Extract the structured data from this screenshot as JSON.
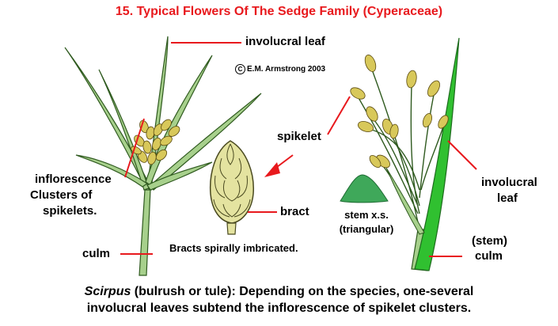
{
  "title": "15. Typical Flowers Of The Sedge Family (Cyperaceae)",
  "copyright": "E.M. Armstrong 2003",
  "copyright_symbol": "C",
  "labels": {
    "involucral_leaf_top": "involucral leaf",
    "inflorescence_line1": "inflorescence",
    "inflorescence_line2": "Clusters of",
    "inflorescence_line3": "spikelets.",
    "culm_left": "culm",
    "spikelet": "spikelet",
    "bract": "bract",
    "bracts_note": "Bracts spirally imbricated.",
    "stem_xs_line1": "stem x.s.",
    "stem_xs_line2": "(triangular)",
    "involucral_leaf_right_line1": "involucral",
    "involucral_leaf_right_line2": "leaf",
    "stem_line1": "(stem)",
    "stem_line2": "culm"
  },
  "caption": {
    "genus": "Scirpus",
    "line1_rest": " (bulrush or tule):  Depending on the species, one-several",
    "line2": "involucral leaves subtend the inflorescence of spikelet clusters."
  },
  "colors": {
    "title": "#e8191d",
    "pointer": "#e8191d",
    "leaf_fill": "#a7d08c",
    "leaf_stroke": "#2f5a1f",
    "bright_green": "#30c030",
    "spikelet": "#d8c85a",
    "bract_fill": "#e4e3a0",
    "stem_xs": "#3fa85a"
  }
}
